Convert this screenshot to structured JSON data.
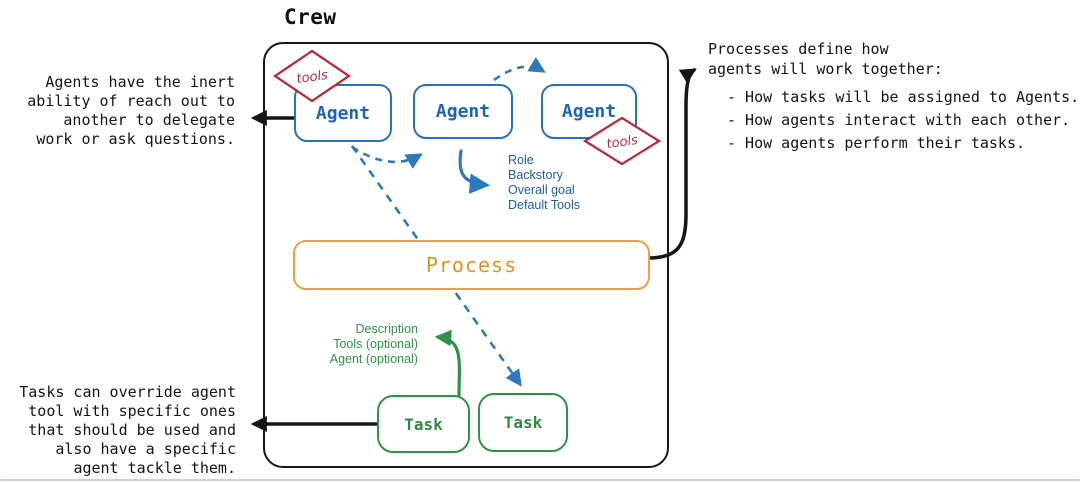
{
  "title": "Crew",
  "nodes": {
    "agents": [
      "Agent",
      "Agent",
      "Agent"
    ],
    "process": "Process",
    "tasks": [
      "Task",
      "Task"
    ],
    "tools_badges": [
      "tools",
      "tools"
    ]
  },
  "annotations": {
    "left_top": {
      "lines": [
        "Agents have the inert",
        "ability of reach out to",
        "another to delegate",
        "work or ask questions."
      ]
    },
    "left_bottom": {
      "lines": [
        "Tasks can override agent",
        "tool with specific ones",
        "that should be used and",
        "also have a specific",
        "agent tackle them."
      ]
    },
    "right": {
      "heading_lines": [
        "Processes define how",
        "agents will work together:"
      ],
      "bullets": [
        "- How tasks will be assigned to Agents.",
        "- How agents interact with each other.",
        "- How agents perform their tasks."
      ]
    },
    "agent_attrs": {
      "lines": [
        "Role",
        "Backstory",
        "Overall goal",
        "Default Tools"
      ]
    },
    "task_attrs": {
      "lines": [
        "Description",
        "Tools (optional)",
        "Agent (optional)"
      ]
    }
  },
  "colors": {
    "agent_blue": "#2673b8",
    "dash_blue": "#2e79bd",
    "process_orange": "#e5a33d",
    "task_green": "#2f9147",
    "tools_red": "#b12f3f",
    "ink_black": "#161616"
  }
}
